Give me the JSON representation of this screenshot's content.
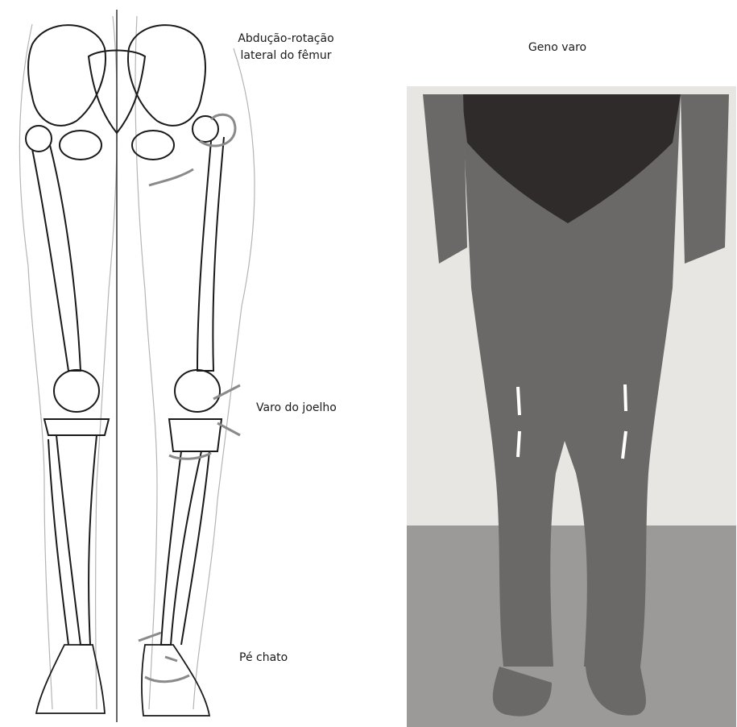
{
  "labels": {
    "abducao": "Abdução-rotação\nlateral do fêmur",
    "varo_joelho": "Varo do joelho",
    "pe_chato": "Pé chato",
    "geno_varo": "Geno varo"
  },
  "colors": {
    "bone_line": "#1a1a1a",
    "arrow": "#8a8a8a",
    "skin_outline": "#b5b5b5",
    "photo_wall": "#e8e6e3",
    "photo_floor": "#9c9a98",
    "photo_skin": "#6b6967",
    "photo_brief": "#2e2b2a"
  },
  "photo": {
    "kind": "grayscale photograph of a standing person showing bowed legs, with white alignment marks at the knees"
  }
}
